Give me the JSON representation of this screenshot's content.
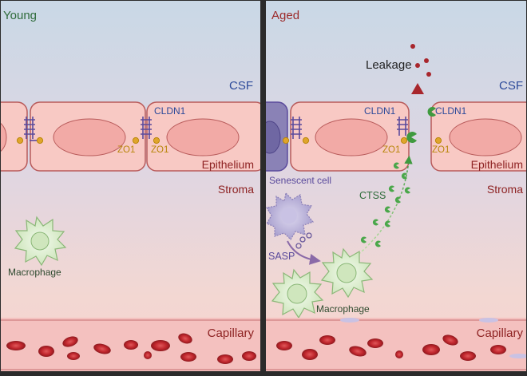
{
  "panels": {
    "young": {
      "title": "Young",
      "csf": "CSF",
      "claudin_left": "CLDN1",
      "zo_left": "ZO1",
      "zo_right": "ZO1",
      "epithelium": "Epithelium",
      "stroma": "Stroma",
      "macrophage": "Macrophage",
      "capillary": "Capillary"
    },
    "aged": {
      "title": "Aged",
      "leakage": "Leakage",
      "csf": "CSF",
      "claudin_left": "CLDN1",
      "claudin_right": "CLDN1",
      "zo_left": "ZO1",
      "zo_right": "ZO1",
      "epithelium": "Epithelium",
      "stroma": "Stroma",
      "senescent_cell": "Senescent cell",
      "ctss": "CTSS",
      "sasp": "SASP",
      "macrophage": "Macrophage",
      "capillary": "Capillary"
    }
  },
  "colors": {
    "title_young": "#2e6b3a",
    "title_aged": "#9c2a2a",
    "csf_label": "#2c4a9a",
    "tissue_label": "#8e2323",
    "claudin": "#5a4a9c",
    "zo1": "#b8860b",
    "cell_fill": "#f8c9c4",
    "cell_stroke": "#b85a5a",
    "macrophage": "#d7ecc7",
    "ctss": "#3f9a3f",
    "senescent": "#b9b2d8",
    "capillary_band": "#f0b8b8",
    "rbc": "#c0262d",
    "leak_arrow": "#b23a3a"
  }
}
